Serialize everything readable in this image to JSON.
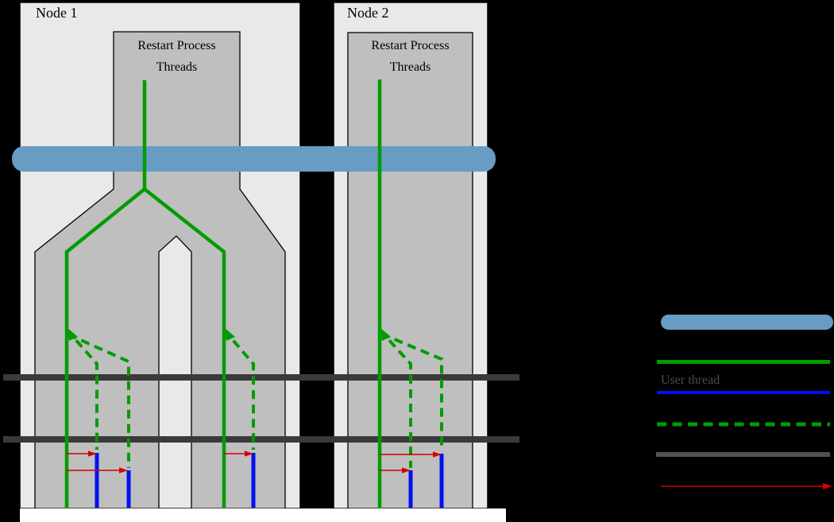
{
  "colors": {
    "background": "#000000",
    "node_background": "#e9e9e9",
    "process_fill": "#bfbfbf",
    "border": "#000000",
    "thread_green": "#009c00",
    "user_thread_blue": "#0012ee",
    "barrier_blue": "#689cc3",
    "sync_bar_dark": "#3a3a3a",
    "legend_gray_line": "#515151",
    "arrow_red": "#d40000",
    "caption_strip": "#ffffff",
    "legend_label_color": "#4b4b4b",
    "text_color": "#000000"
  },
  "node1": {
    "label": "Node 1",
    "process_box": {
      "title_line1": "Restart Process",
      "title_line2": "Threads"
    }
  },
  "node2": {
    "label": "Node 2",
    "process_box": {
      "title_line1": "Restart Process",
      "title_line2": "Threads"
    }
  },
  "legend": {
    "user_thread_label": "User thread"
  }
}
